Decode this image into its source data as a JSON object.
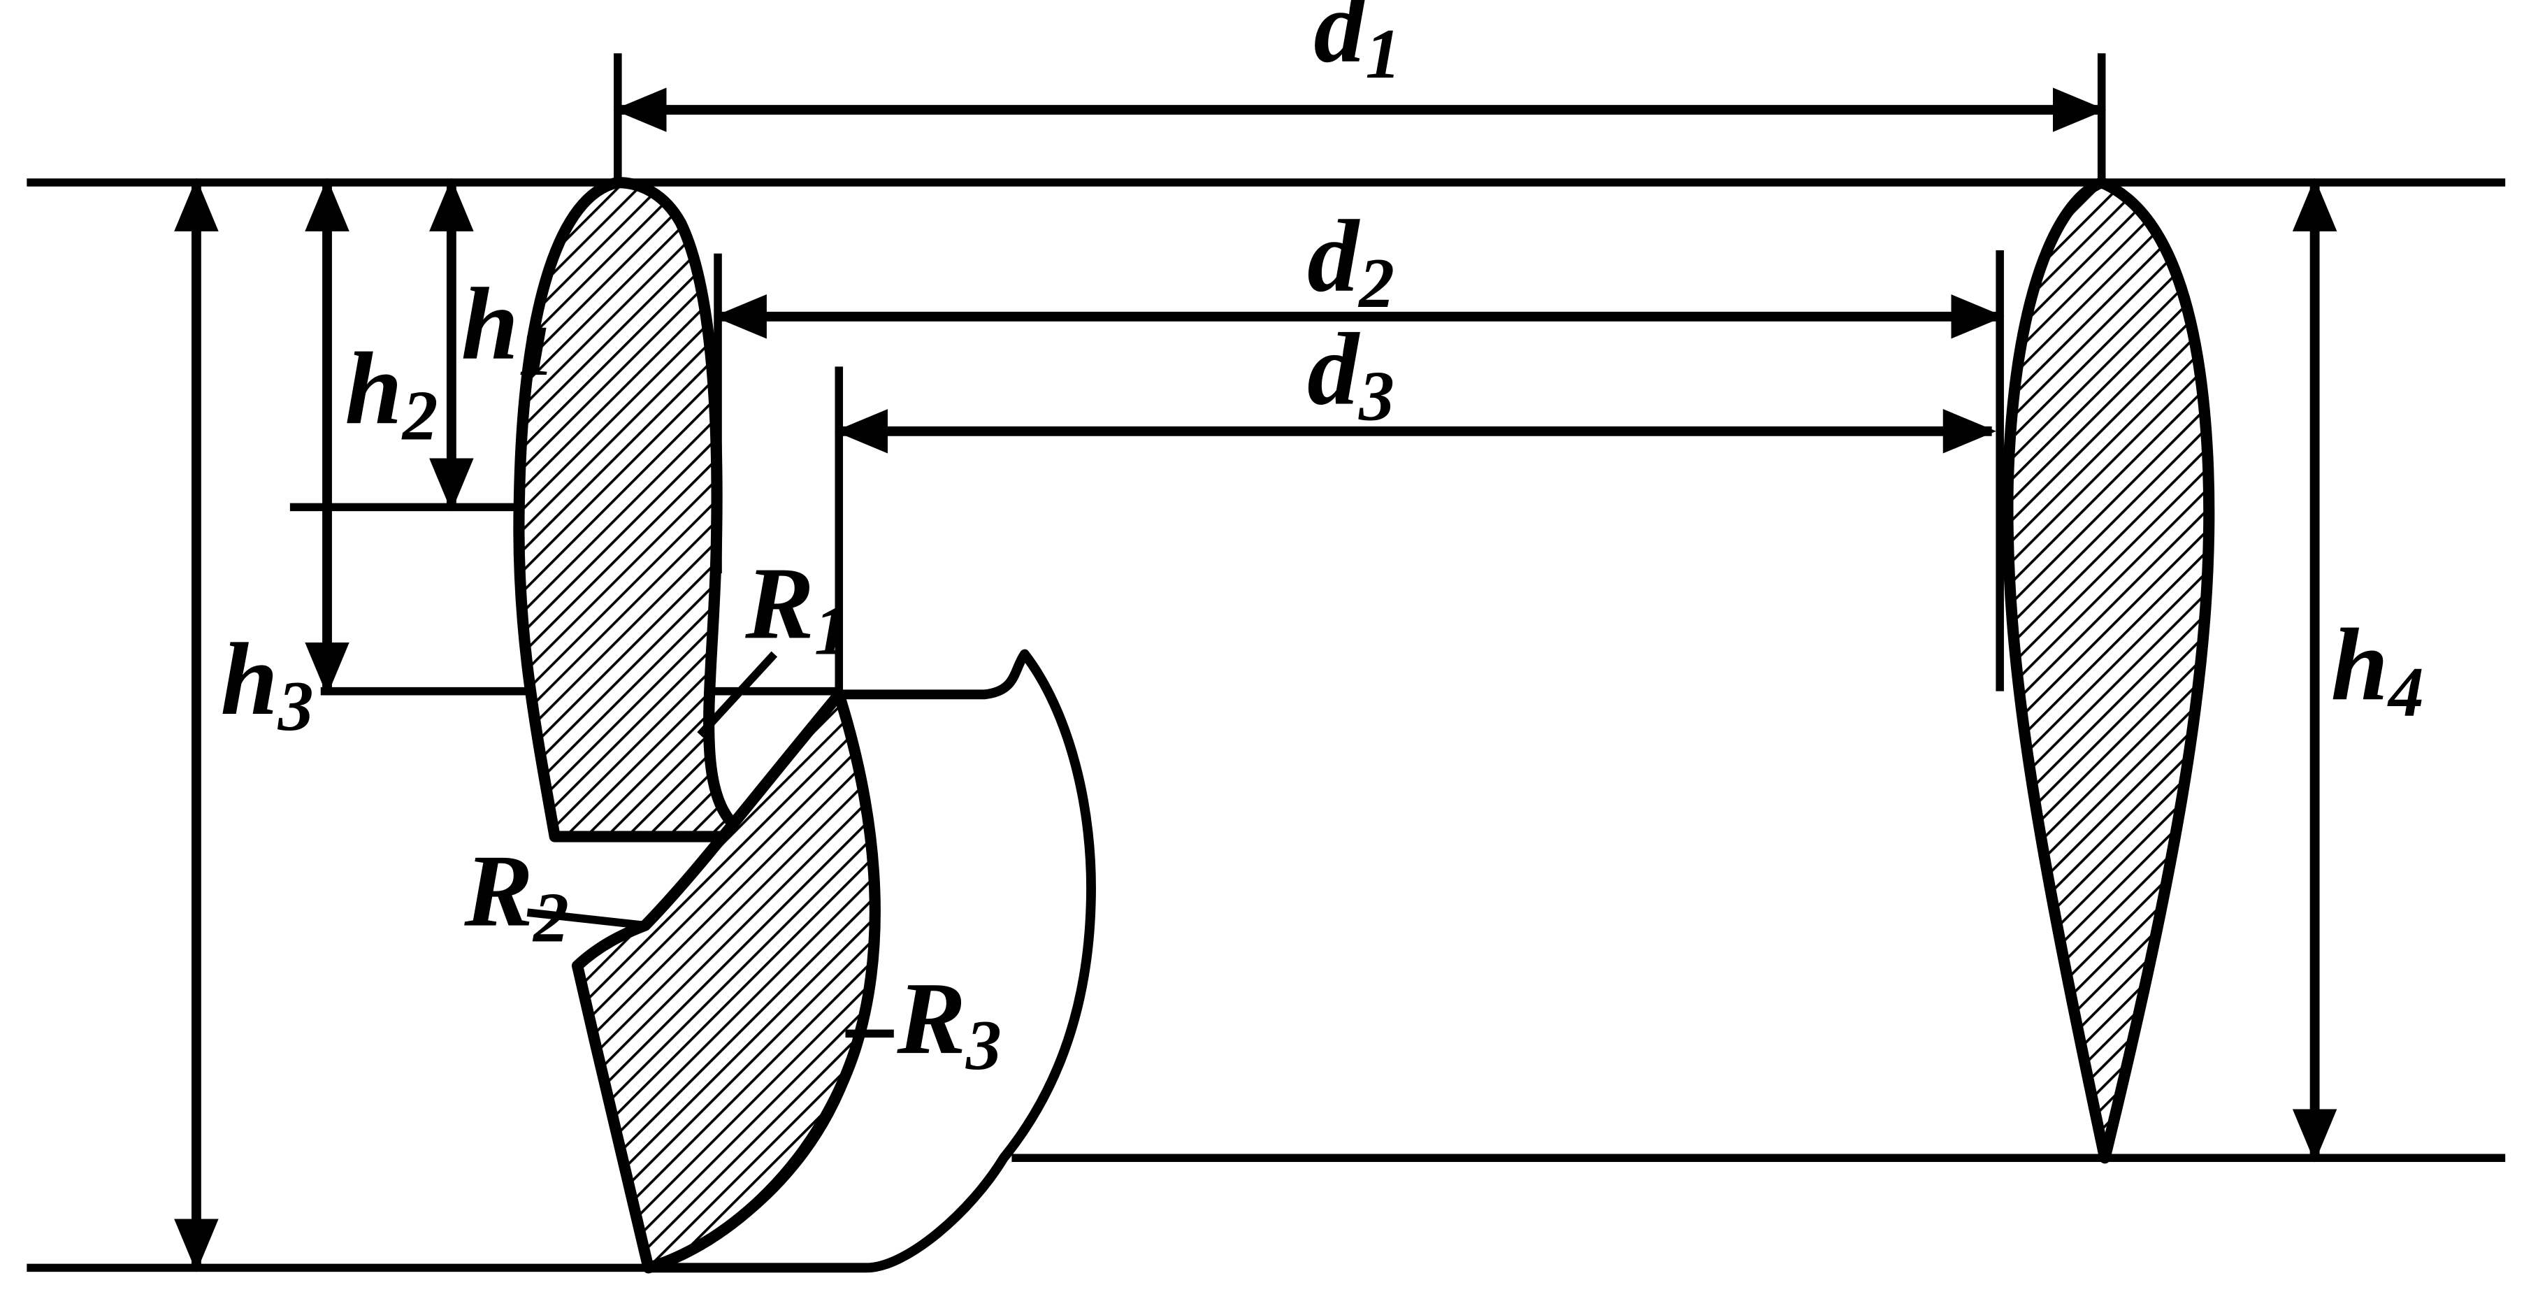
{
  "labels": {
    "d1": {
      "main": "d",
      "sub": "1"
    },
    "d2": {
      "main": "d",
      "sub": "2"
    },
    "d3": {
      "main": "d",
      "sub": "3"
    },
    "h1": {
      "main": "h",
      "sub": "1"
    },
    "h2": {
      "main": "h",
      "sub": "2"
    },
    "h3": {
      "main": "h",
      "sub": "3"
    },
    "h4": {
      "main": "h",
      "sub": "4"
    },
    "R1": {
      "main": "R",
      "sub": "1"
    },
    "R2": {
      "main": "R",
      "sub": "2"
    },
    "R3": {
      "main": "R",
      "sub": "3"
    }
  },
  "colors": {
    "stroke": "#000000",
    "background": "#ffffff"
  }
}
